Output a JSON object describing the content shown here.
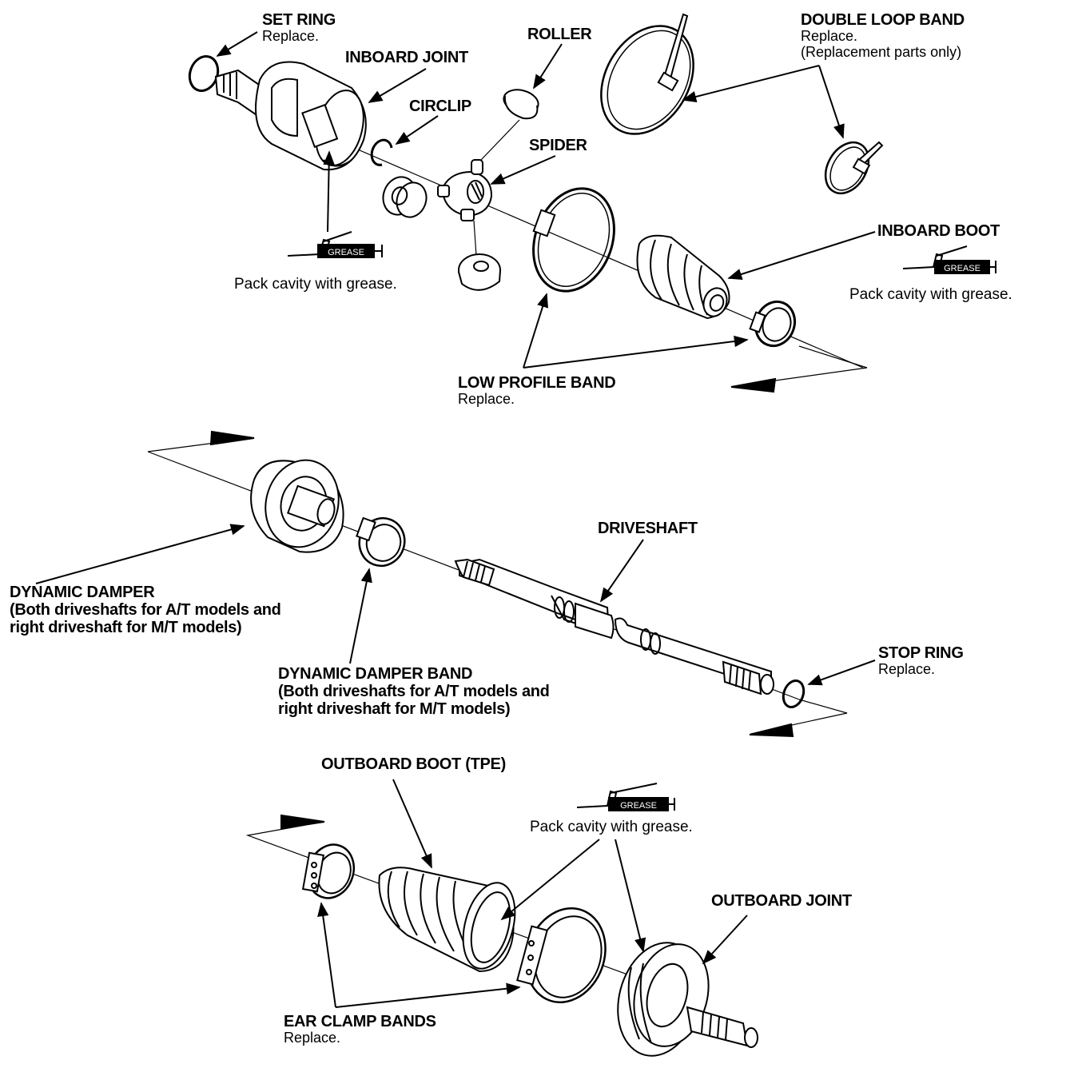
{
  "labels": {
    "set_ring": {
      "title": "SET RING",
      "sub": "Replace."
    },
    "inboard_joint": {
      "title": "INBOARD JOINT"
    },
    "roller": {
      "title": "ROLLER"
    },
    "circlip": {
      "title": "CIRCLIP"
    },
    "spider": {
      "title": "SPIDER"
    },
    "double_loop_band": {
      "title": "DOUBLE LOOP BAND",
      "sub": "Replace.",
      "sub2": "(Replacement parts only)"
    },
    "inboard_boot": {
      "title": "INBOARD BOOT"
    },
    "low_profile_band": {
      "title": "LOW PROFILE BAND",
      "sub": "Replace."
    },
    "dynamic_damper": {
      "title": "DYNAMIC DAMPER",
      "line2": "(Both driveshafts for A/T models and",
      "line3": "right driveshaft for M/T models)"
    },
    "driveshaft": {
      "title": "DRIVESHAFT"
    },
    "dynamic_damper_band": {
      "title": "DYNAMIC DAMPER BAND",
      "line2": "(Both driveshafts for A/T models and",
      "line3": "right driveshaft for M/T models)"
    },
    "stop_ring": {
      "title": "STOP RING",
      "sub": "Replace."
    },
    "outboard_boot": {
      "title": "OUTBOARD BOOT (TPE)"
    },
    "outboard_joint": {
      "title": "OUTBOARD JOINT"
    },
    "ear_clamp_bands": {
      "title": "EAR CLAMP BANDS",
      "sub": "Replace."
    }
  },
  "notes": {
    "grease_note_1": "Pack cavity with grease.",
    "grease_note_2": "Pack cavity with grease.",
    "grease_note_3": "Pack cavity with grease."
  },
  "grease_tag": "GREASE",
  "colors": {
    "ink": "#000000",
    "paper": "#ffffff"
  }
}
